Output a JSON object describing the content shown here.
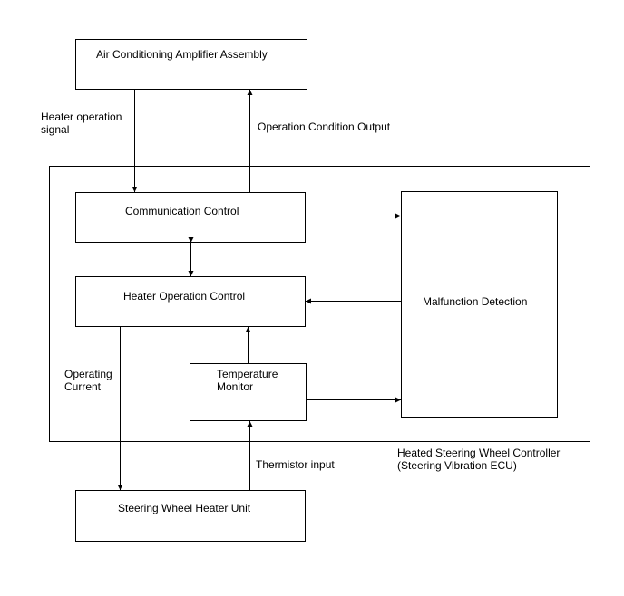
{
  "blocks": {
    "ac_amplifier": "Air Conditioning Amplifier Assembly",
    "communication_control": "Communication Control",
    "heater_operation_control": "Heater Operation Control",
    "temperature_monitor": "Temperature\nMonitor",
    "malfunction_detection": "Malfunction Detection",
    "steering_wheel_heater_unit": "Steering Wheel Heater Unit",
    "controller": "Heated Steering Wheel Controller\n(Steering Vibration ECU)"
  },
  "signals": {
    "heater_operation_signal": "Heater operation\nsignal",
    "operation_condition_output": "Operation Condition Output",
    "operating_current": "Operating\nCurrent",
    "thermistor_input": "Thermistor input"
  }
}
